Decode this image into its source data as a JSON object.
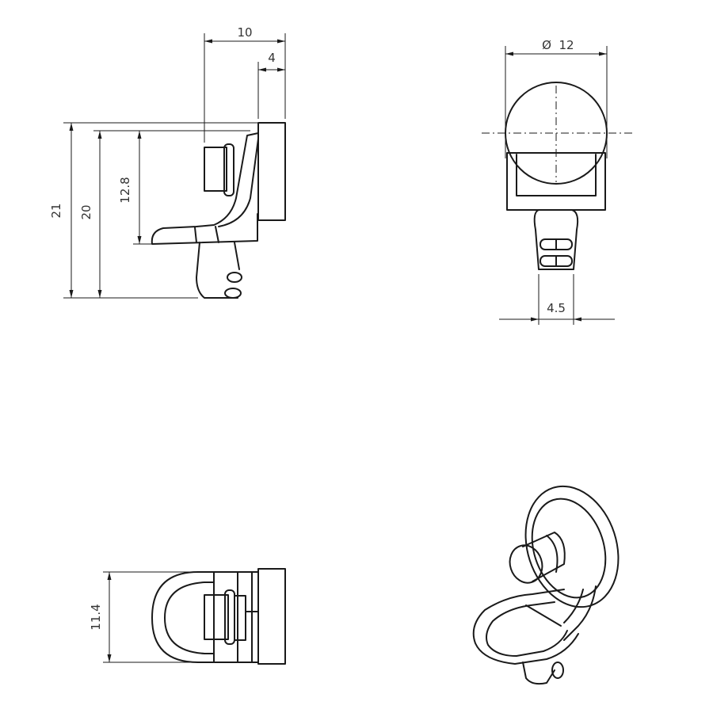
{
  "dimensions": {
    "side_width": "10",
    "side_flange": "4",
    "height_overall": "21",
    "height_pin": "20",
    "height_seat": "12.8",
    "diameter": "12",
    "stem_width": "4.5",
    "plan_width": "11.4"
  },
  "symbols": {
    "diameter": "Ø"
  },
  "colors": {
    "line": "#1a1a1a",
    "background": "#ffffff",
    "dimension_text": "#333333"
  }
}
